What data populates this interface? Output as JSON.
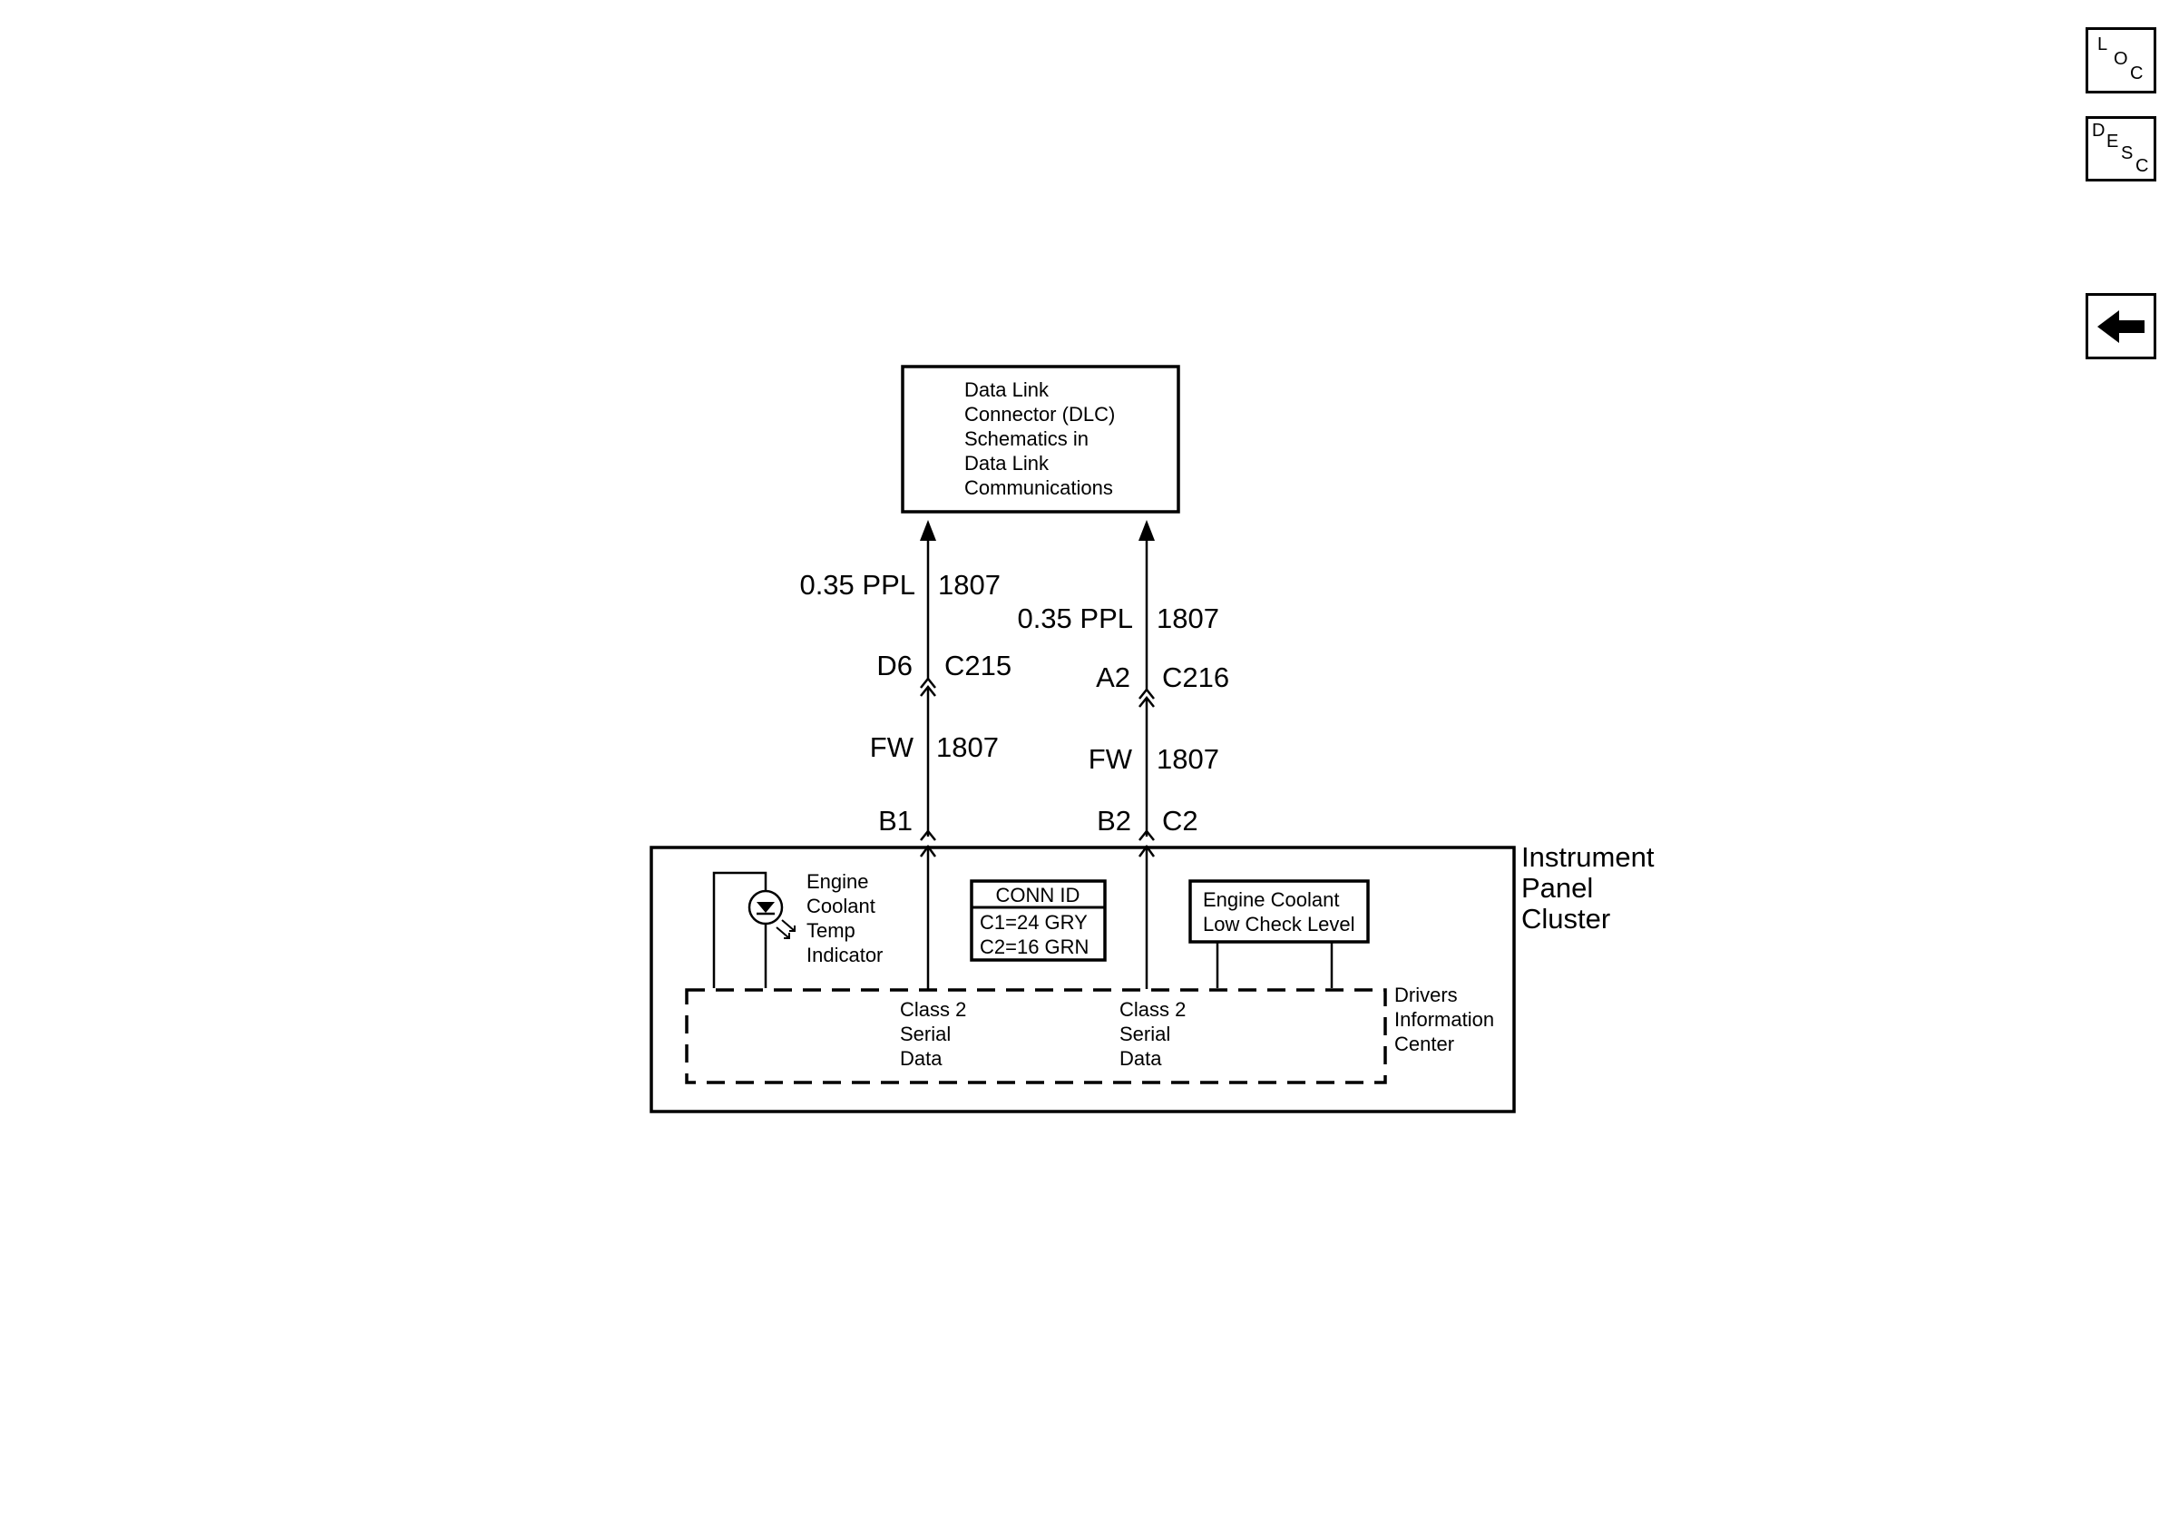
{
  "nav": {
    "loc": {
      "letters": [
        "L",
        "O",
        "C"
      ]
    },
    "desc": {
      "letters": [
        "D",
        "E",
        "S",
        "C"
      ]
    },
    "back_icon": "left-arrow-icon"
  },
  "dlc_box": {
    "lines": [
      "Data Link",
      "Connector (DLC)",
      "Schematics in",
      "Data Link",
      "Communications"
    ]
  },
  "circuit_left": {
    "wire_top_gauge_color": "0.35 PPL",
    "wire_top_circuit": "1807",
    "connector_pin": "D6",
    "connector_id": "C215",
    "wire_bottom_color": "FW",
    "wire_bottom_circuit": "1807",
    "cluster_pin": "B1",
    "signal_label": [
      "Class 2",
      "Serial",
      "Data"
    ]
  },
  "circuit_right": {
    "wire_top_gauge_color": "0.35 PPL",
    "wire_top_circuit": "1807",
    "connector_pin": "A2",
    "connector_id": "C216",
    "wire_bottom_color": "FW",
    "wire_bottom_circuit": "1807",
    "cluster_pin": "B2",
    "cluster_connector": "C2",
    "signal_label": [
      "Class 2",
      "Serial",
      "Data"
    ]
  },
  "cluster": {
    "title_lines": [
      "Instrument",
      "Panel",
      "Cluster"
    ],
    "indicator_lines": [
      "Engine",
      "Coolant",
      "Temp",
      "Indicator"
    ],
    "conn_id": {
      "header": "CONN ID",
      "rows": [
        "C1=24 GRY",
        "C2=16 GRN"
      ]
    },
    "coolant_level_lines": [
      "Engine Coolant",
      "Low Check Level"
    ],
    "dic_lines": [
      "Drivers",
      "Information",
      "Center"
    ]
  }
}
